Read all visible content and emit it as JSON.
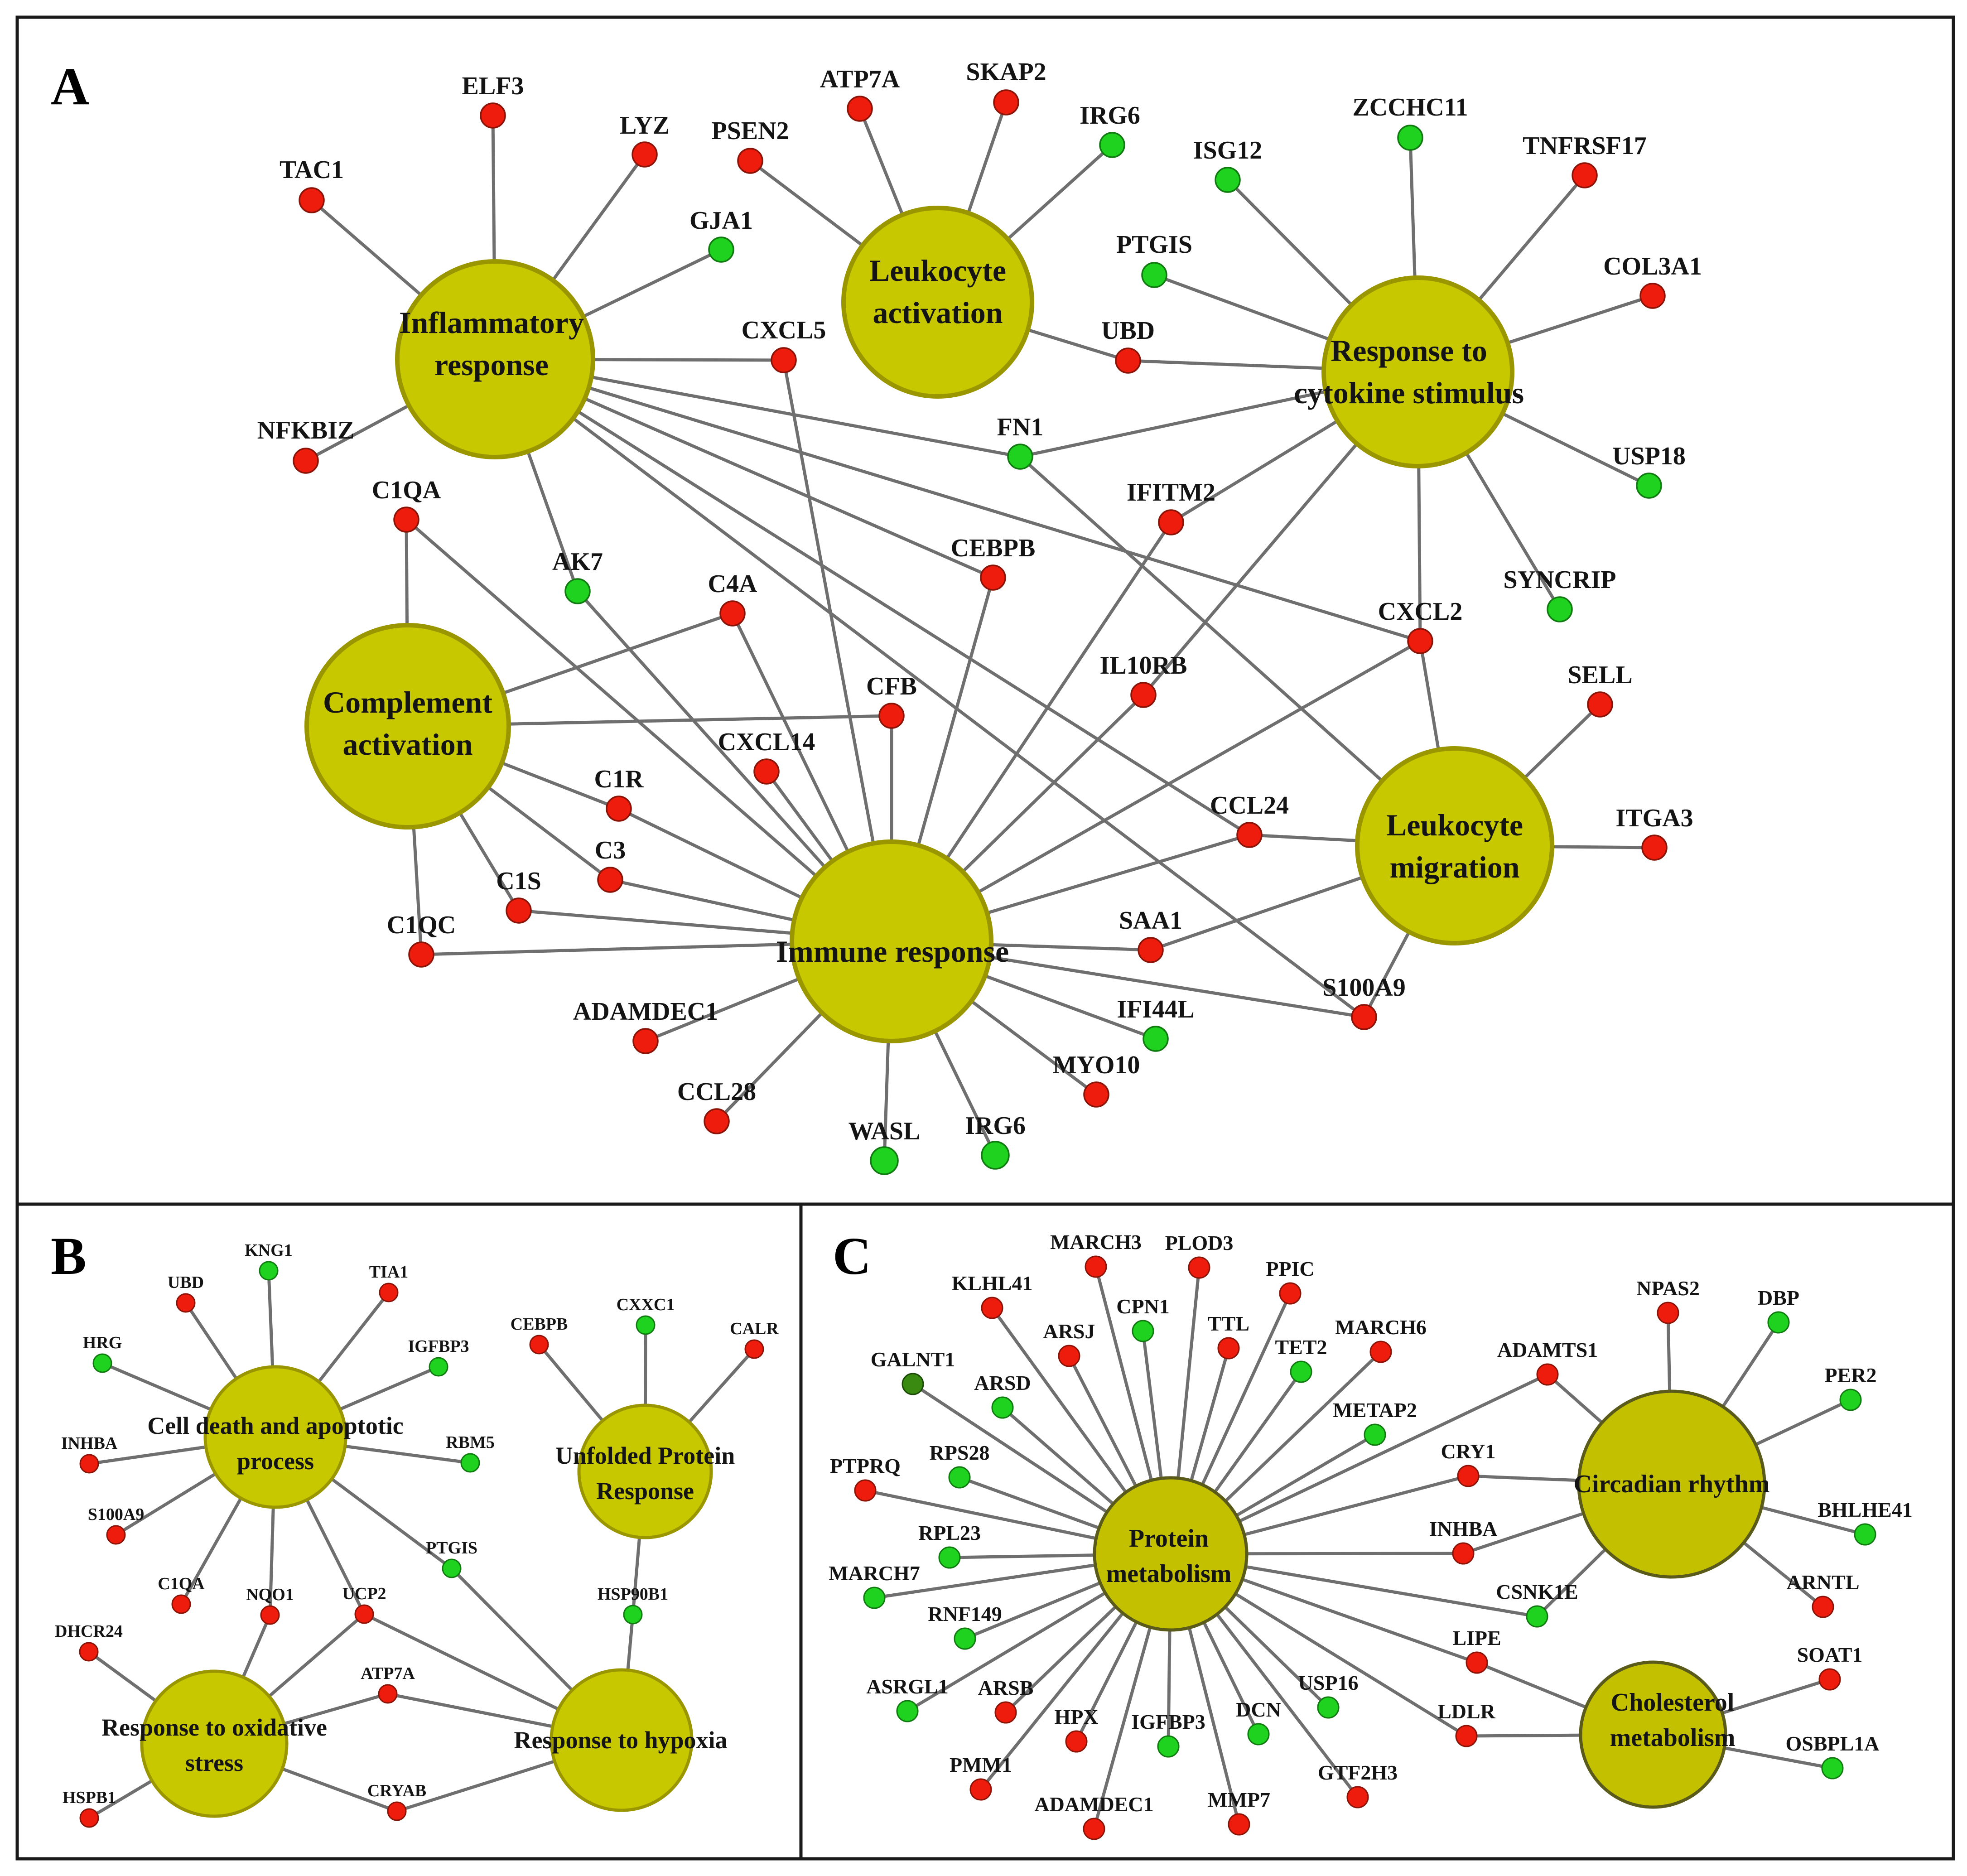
{
  "panels": {
    "A": {
      "letter": "A",
      "hubs": {
        "inflammatory": [
          "Inflammatory",
          "response"
        ],
        "leuk_activation": [
          "Leukocyte",
          "activation"
        ],
        "cytokine": [
          "Response to",
          "cytokine stimulus"
        ],
        "complement": [
          "Complement",
          "activation"
        ],
        "leuk_migration": [
          "Leukocyte",
          "migration"
        ],
        "immune": [
          "Immune response"
        ]
      },
      "genes": {
        "ELF3": "ELF3",
        "LYZ": "LYZ",
        "TAC1": "TAC1",
        "GJA1": "GJA1",
        "NFKBIZ": "NFKBIZ",
        "ATP7A": "ATP7A",
        "SKAP2": "SKAP2",
        "PSEN2": "PSEN2",
        "IRG6_top": "IRG6",
        "ZCCHC11": "ZCCHC11",
        "ISG12": "ISG12",
        "TNFRSF17": "TNFRSF17",
        "PTGIS": "PTGIS",
        "COL3A1": "COL3A1",
        "UBD": "UBD",
        "CXCL5": "CXCL5",
        "FN1": "FN1",
        "USP18": "USP18",
        "C1QA": "C1QA",
        "IFITM2": "IFITM2",
        "AK7": "AK7",
        "CEBPB": "CEBPB",
        "C4A": "C4A",
        "SYNCRIP": "SYNCRIP",
        "CXCL2": "CXCL2",
        "SELL": "SELL",
        "IL10RB": "IL10RB",
        "CFB": "CFB",
        "CXCL14": "CXCL14",
        "C1R": "C1R",
        "ITGA3": "ITGA3",
        "CCL24": "CCL24",
        "C3": "C3",
        "C1S": "C1S",
        "C1QC": "C1QC",
        "SAA1": "SAA1",
        "S100A9": "S100A9",
        "ADAMDEC1": "ADAMDEC1",
        "IFI44L": "IFI44L",
        "MYO10": "MYO10",
        "CCL28": "CCL28",
        "WASL": "WASL",
        "IRG6_bottom": "IRG6"
      }
    },
    "B": {
      "letter": "B",
      "hubs": {
        "cell_death": [
          "Cell death and apoptotic",
          "process"
        ],
        "upr": [
          "Unfolded Protein",
          "Response"
        ],
        "oxidative": [
          "Response to oxidative",
          "stress"
        ],
        "hypoxia": [
          "Response to hypoxia"
        ]
      },
      "genes": {
        "KNG1": "KNG1",
        "UBD": "UBD",
        "TIA1": "TIA1",
        "HRG": "HRG",
        "IGFBP3": "IGFBP3",
        "INHBA": "INHBA",
        "RBM5": "RBM5",
        "S100A9": "S100A9",
        "C1QA": "C1QA",
        "NQO1": "NQO1",
        "UCP2": "UCP2",
        "PTGIS": "PTGIS",
        "CEBPB": "CEBPB",
        "CXXC1": "CXXC1",
        "CALR": "CALR",
        "HSP90B1": "HSP90B1",
        "DHCR24": "DHCR24",
        "ATP7A": "ATP7A",
        "HSPB1": "HSPB1",
        "CRYAB": "CRYAB"
      }
    },
    "C": {
      "letter": "C",
      "hubs": {
        "protein": [
          "Protein",
          "metabolism"
        ],
        "circadian": [
          "Circadian rhythm"
        ],
        "cholesterol": [
          "Cholesterol",
          "metabolism"
        ]
      },
      "genes": {
        "MARCH3": "MARCH3",
        "PLOD3": "PLOD3",
        "PPIC": "PPIC",
        "KLHL41": "KLHL41",
        "CPN1": "CPN1",
        "ARSJ": "ARSJ",
        "TTL": "TTL",
        "MARCH6": "MARCH6",
        "TET2": "TET2",
        "GALNT1": "GALNT1",
        "ARSD": "ARSD",
        "METAP2": "METAP2",
        "RPS28": "RPS28",
        "PTPRQ": "PTPRQ",
        "RPL23": "RPL23",
        "MARCH7": "MARCH7",
        "RNF149": "RNF149",
        "ASRGL1": "ASRGL1",
        "ARSB": "ARSB",
        "HPX": "HPX",
        "IGFBP3": "IGFBP3",
        "DCN": "DCN",
        "USP16": "USP16",
        "PMM1": "PMM1",
        "ADAMDEC1": "ADAMDEC1",
        "MMP7": "MMP7",
        "GTF2H3": "GTF2H3",
        "ADAMTS1": "ADAMTS1",
        "NPAS2": "NPAS2",
        "DBP": "DBP",
        "PER2": "PER2",
        "CRY1": "CRY1",
        "INHBA": "INHBA",
        "BHLHE41": "BHLHE41",
        "CSNK1E": "CSNK1E",
        "ARNTL": "ARNTL",
        "LIPE": "LIPE",
        "SOAT1": "SOAT1",
        "LDLR": "LDLR",
        "OSBPL1A": "OSBPL1A"
      }
    }
  },
  "colors": {
    "hub_fill": "#c8c800",
    "upregulated": "#ee1c0c",
    "downregulated": "#1fd21f",
    "dark_green": "#3a8a12",
    "edge": "#6f6f6f"
  }
}
